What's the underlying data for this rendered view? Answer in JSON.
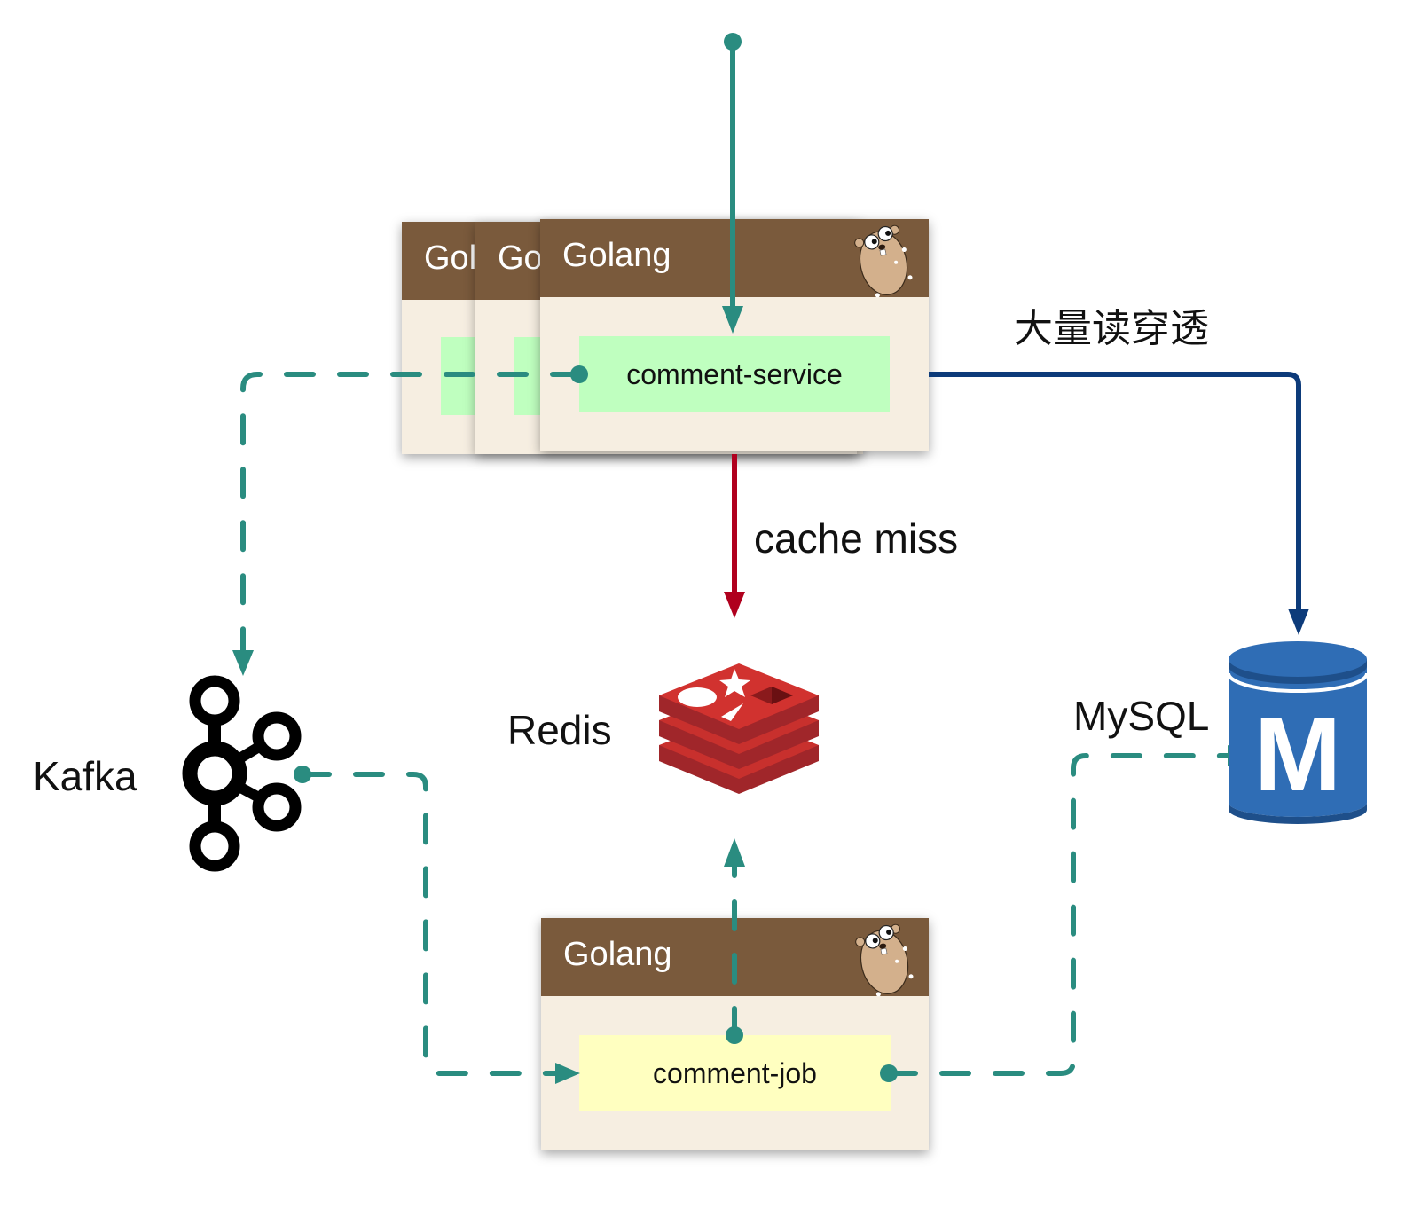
{
  "diagram": {
    "service_cards": {
      "header_title": "Golang",
      "back_title_1": "Gol",
      "back_title_2": "Go",
      "service_name": "comment-service"
    },
    "job_card": {
      "header_title": "Golang",
      "service_name": "comment-job"
    },
    "labels": {
      "read_through": "大量读穿透",
      "cache_miss": "cache miss",
      "redis": "Redis",
      "kafka": "Kafka",
      "mysql": "MySQL",
      "mysql_icon_letter": "M"
    },
    "colors": {
      "teal": "#2a8c80",
      "navy": "#0d3b7a",
      "crimson": "#b0001e",
      "card_header": "#7a5a3c",
      "card_body": "#f6eee1",
      "service_green": "#bfffbf",
      "job_yellow": "#ffffc0",
      "redis_red": "#c8302d",
      "mysql_blue": "#2f6db5"
    },
    "edges": [
      {
        "from": "client",
        "to": "comment-service",
        "style": "solid",
        "color": "teal"
      },
      {
        "from": "comment-service",
        "to": "redis",
        "style": "solid",
        "color": "crimson",
        "label": "cache miss"
      },
      {
        "from": "comment-service",
        "to": "mysql",
        "style": "solid",
        "color": "navy",
        "label": "大量读穿透"
      },
      {
        "from": "comment-service",
        "to": "kafka",
        "style": "dashed",
        "color": "teal"
      },
      {
        "from": "kafka",
        "to": "comment-job",
        "style": "dashed",
        "color": "teal"
      },
      {
        "from": "comment-job",
        "to": "redis",
        "style": "dashed",
        "color": "teal"
      },
      {
        "from": "comment-job",
        "to": "mysql",
        "style": "dashed",
        "color": "teal"
      }
    ]
  }
}
